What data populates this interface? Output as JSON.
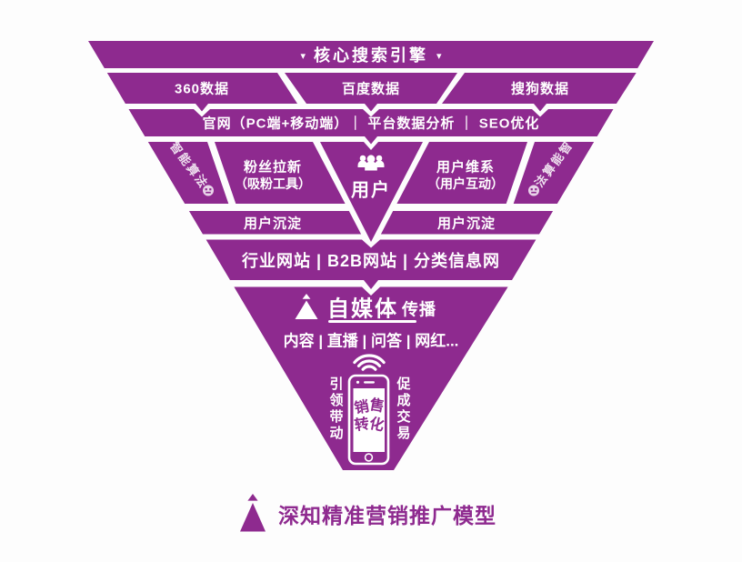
{
  "colors": {
    "purple": "#8e2a8f",
    "background": "#fdfdfd"
  },
  "funnel": {
    "level1": {
      "label": "核心搜索引擎",
      "marker": "▾"
    },
    "level2": {
      "segments": [
        "360数据",
        "百度数据",
        "搜狗数据"
      ]
    },
    "level3": {
      "label": "官网（PC端+移动端）｜ 平台数据分析 ｜ SEO优化"
    },
    "level4": {
      "algorithm_chars": [
        "智",
        "能",
        "算",
        "法"
      ],
      "fan_left": {
        "line1": "粉丝拉新",
        "line2": "（吸粉工具）"
      },
      "center": {
        "label": "用户"
      },
      "fan_right": {
        "line1": "用户维系",
        "line2": "（用户互动）"
      }
    },
    "level5": {
      "left": "用户沉淀",
      "right": "用户沉淀"
    },
    "level6": {
      "label": "行业网站 | B2B网站 | 分类信息网"
    },
    "level7": {
      "heading": {
        "title": "自媒体",
        "suffix": "传播"
      },
      "channels": "内容 | 直播 | 问答 | 网红...",
      "phone": {
        "chars": [
          "销",
          "售",
          "转",
          "化"
        ]
      },
      "left_vertical": "引领带动",
      "right_vertical": "促成交易"
    }
  },
  "footer": {
    "title": "深知精准营销推广模型"
  }
}
